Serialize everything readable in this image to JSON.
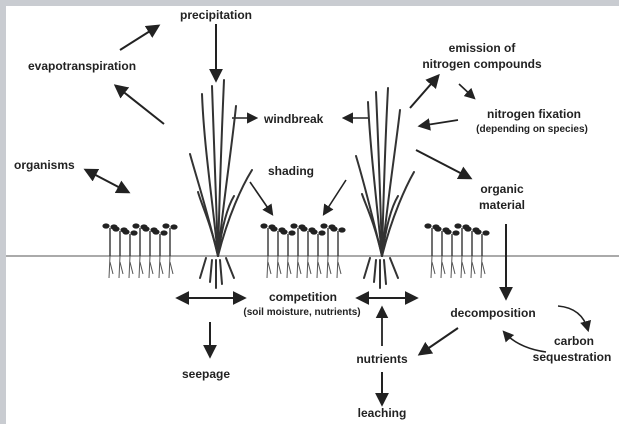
{
  "labels": {
    "precipitation": "precipitation",
    "evapotranspiration": "evapotranspiration",
    "windbreak": "windbreak",
    "emission_line1": "emission of",
    "emission_line2": "nitrogen compounds",
    "nitrogen_fixation": "nitrogen fixation",
    "nitrogen_fixation_note": "(depending on species)",
    "organisms": "organisms",
    "shading": "shading",
    "organic_line1": "organic",
    "organic_line2": "material",
    "competition": "competition",
    "competition_note": "(soil moisture, nutrients)",
    "decomposition": "decomposition",
    "carbon_line1": "carbon",
    "carbon_line2": "sequestration",
    "nutrients": "nutrients",
    "seepage": "seepage",
    "leaching": "leaching"
  },
  "colors": {
    "ink": "#222222",
    "page_frame": "#c9ccd1",
    "background": "#ffffff"
  }
}
